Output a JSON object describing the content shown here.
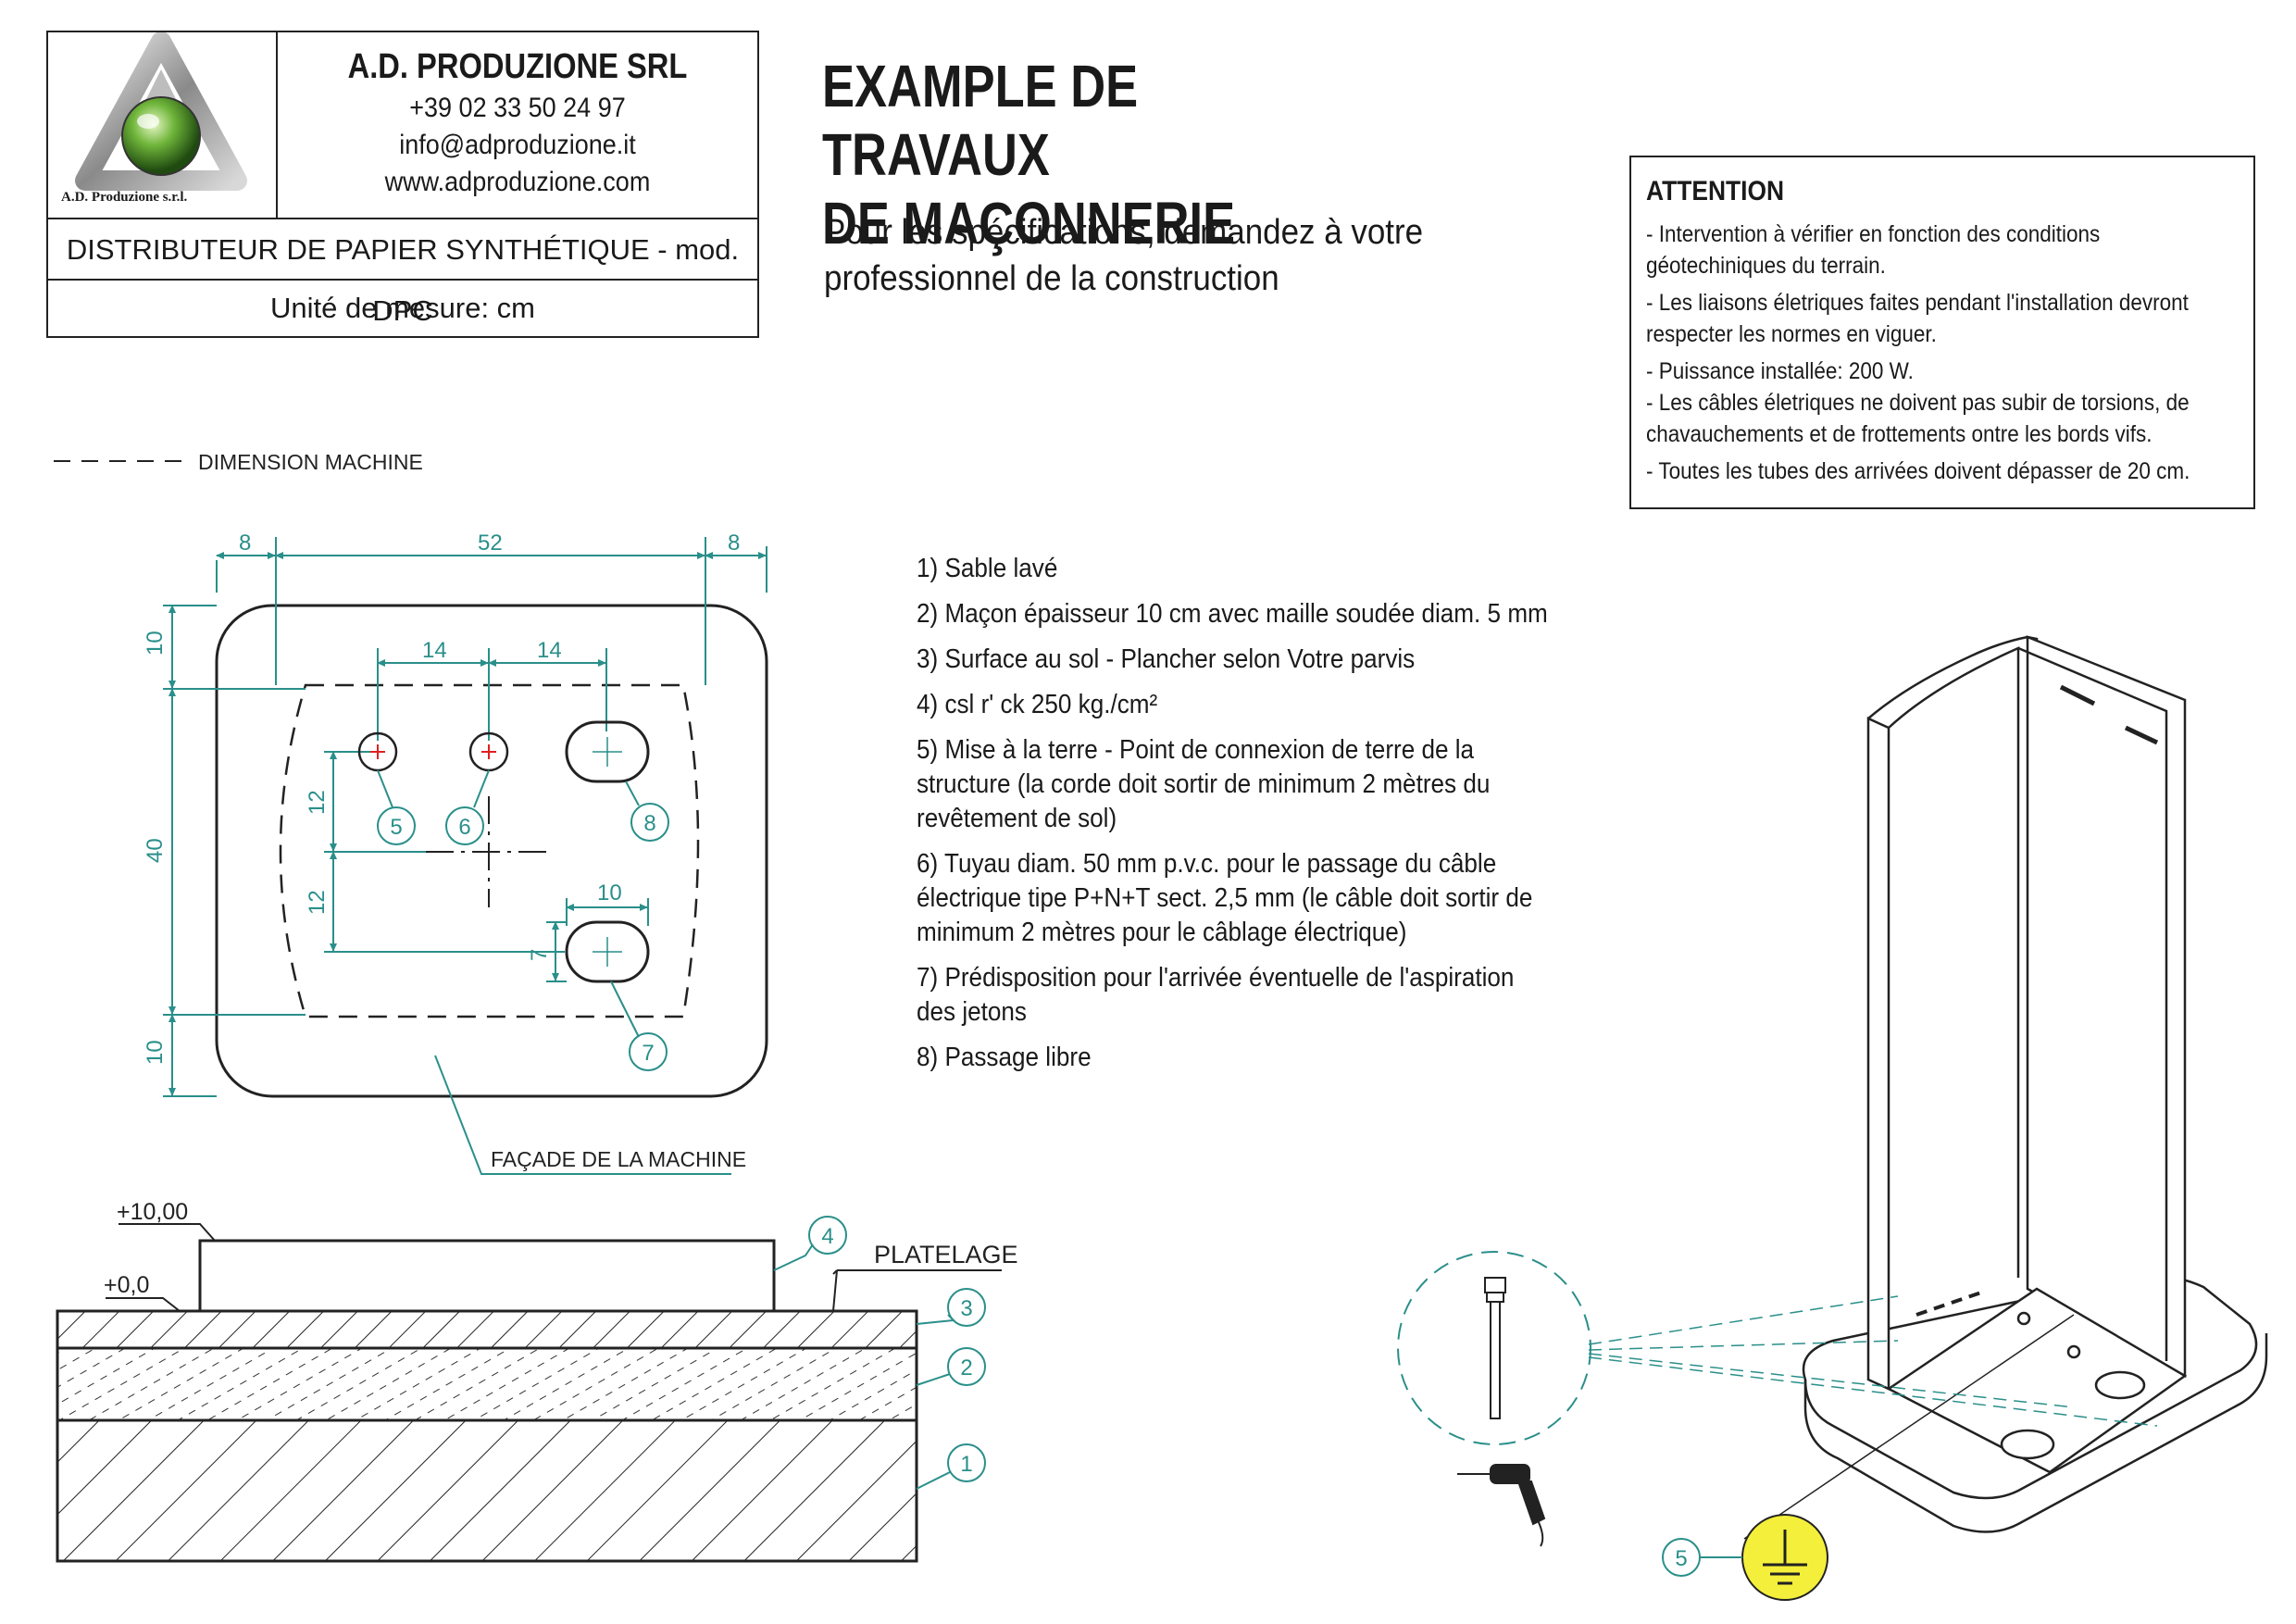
{
  "title_block": {
    "logo_text": "A.D. Produzione s.r.l.",
    "company": "A.D. PRODUZIONE SRL",
    "phone": "+39 02 33 50 24 97",
    "email": "info@adproduzione.it",
    "website": "www.adproduzione.com",
    "product": "DISTRIBUTEUR DE PAPIER SYNTHÉTIQUE - mod. DPC",
    "units": "Unité de mesure: cm"
  },
  "title": {
    "line1": "EXAMPLE DE TRAVAUX",
    "line2": "DE MAÇONNERIE"
  },
  "subtitle": {
    "line1": "Pour les spécifications, demandez à votre",
    "line2": "professionnel de la construction"
  },
  "attention": {
    "heading": "ATTENTION",
    "lines": [
      "- Intervention à vérifier en fonction des conditions",
      "géotechiniques du terrain.",
      "- Les liaisons életriques faites pendant l'installation devront",
      "respecter les normes en viguer.",
      "- Puissance installée: 200 W.",
      "- Les câbles életriques ne doivent pas subir de torsions, de",
      "chavauchements et de frottements  ontre les bords vifs.",
      "- Toutes les tubes des arrivées doivent dépasser de 20 cm."
    ]
  },
  "dimension_legend": "DIMENSION MACHINE",
  "plan": {
    "dims": {
      "left_margin": "8",
      "width": "52",
      "right_margin": "8",
      "hole_spacing_1": "14",
      "hole_spacing_2": "14",
      "top_margin": "10",
      "depth": "40",
      "bottom_margin": "10",
      "offset_up": "12",
      "offset_down": "12",
      "slot_width": "10",
      "slot_height": "7"
    },
    "callouts": [
      "5",
      "6",
      "8",
      "7"
    ],
    "front_label": "FAÇADE DE LA MACHINE"
  },
  "section": {
    "level_top": "+10,00",
    "level_zero": "+0,0",
    "deck_label": "PLATELAGE",
    "callouts": [
      "4",
      "3",
      "2",
      "1"
    ]
  },
  "legend_items": [
    "1) Sable lavé",
    "2) Maçon épaisseur 10 cm avec maille soudée diam. 5 mm",
    "3) Surface au sol - Plancher selon Votre parvis",
    "4) csl r' ck 250 kg./cm²",
    "5) Mise à la terre - Point de connexion de terre de la",
    "structure (la corde doit sortir de minimum 2 mètres du",
    "revêtement de sol)",
    "6) Tuyau diam. 50 mm p.v.c. pour le passage du câble",
    "électrique tipe P+N+T sect. 2,5 mm (le câble doit sortir de",
    "minimum 2 mètres pour le câblage électrique)",
    "7) Prédisposition pour l'arrivée éventuelle de l'aspiration",
    "des jetons",
    "8) Passage libre"
  ],
  "iso": {
    "ground_callout": "5"
  },
  "colors": {
    "dimension": "#2a8f8a",
    "line": "#222222",
    "ground_symbol": "#f4ef3a",
    "hole_marker": "#e02020",
    "logo_green": "#6fb53a"
  }
}
